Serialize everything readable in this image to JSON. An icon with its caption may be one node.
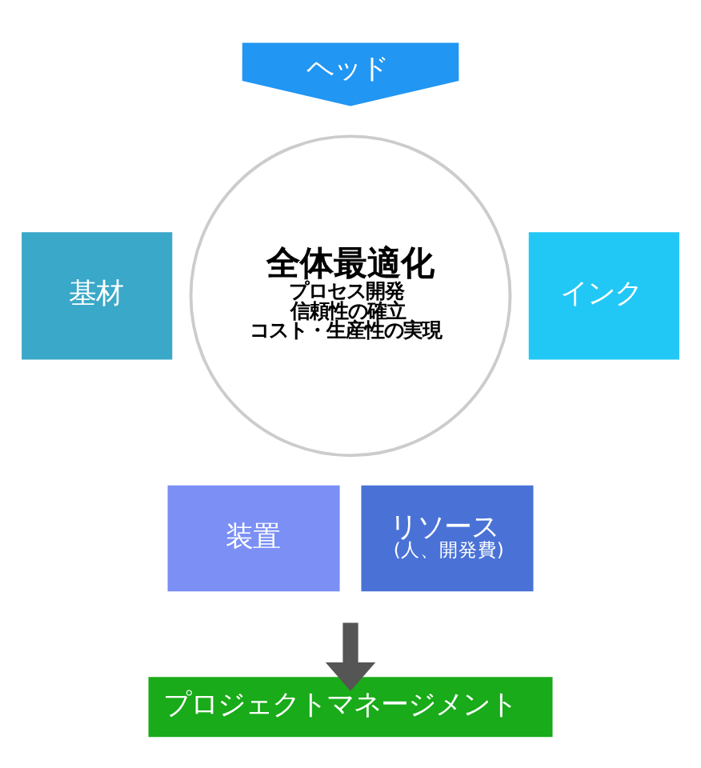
{
  "diagram": {
    "nodes": [
      {
        "text": [
          "ヘッド"
        ]
      },
      {
        "text": [
          "基材"
        ]
      },
      {
        "text": [
          "全体最適化",
          "プロセス開発",
          "信頼性の確立",
          "コスト・生産性の実現"
        ]
      },
      {
        "text": [
          "インク"
        ]
      },
      {
        "text": [
          "装置"
        ]
      },
      {
        "text": [
          "リソース",
          "(人、開発費)"
        ]
      },
      {
        "text": [
          "プロジェクトマネージメント"
        ]
      }
    ],
    "edges": [
      {
        "from": null,
        "to": 6,
        "arrow": "to",
        "color": "#555555"
      }
    ]
  }
}
